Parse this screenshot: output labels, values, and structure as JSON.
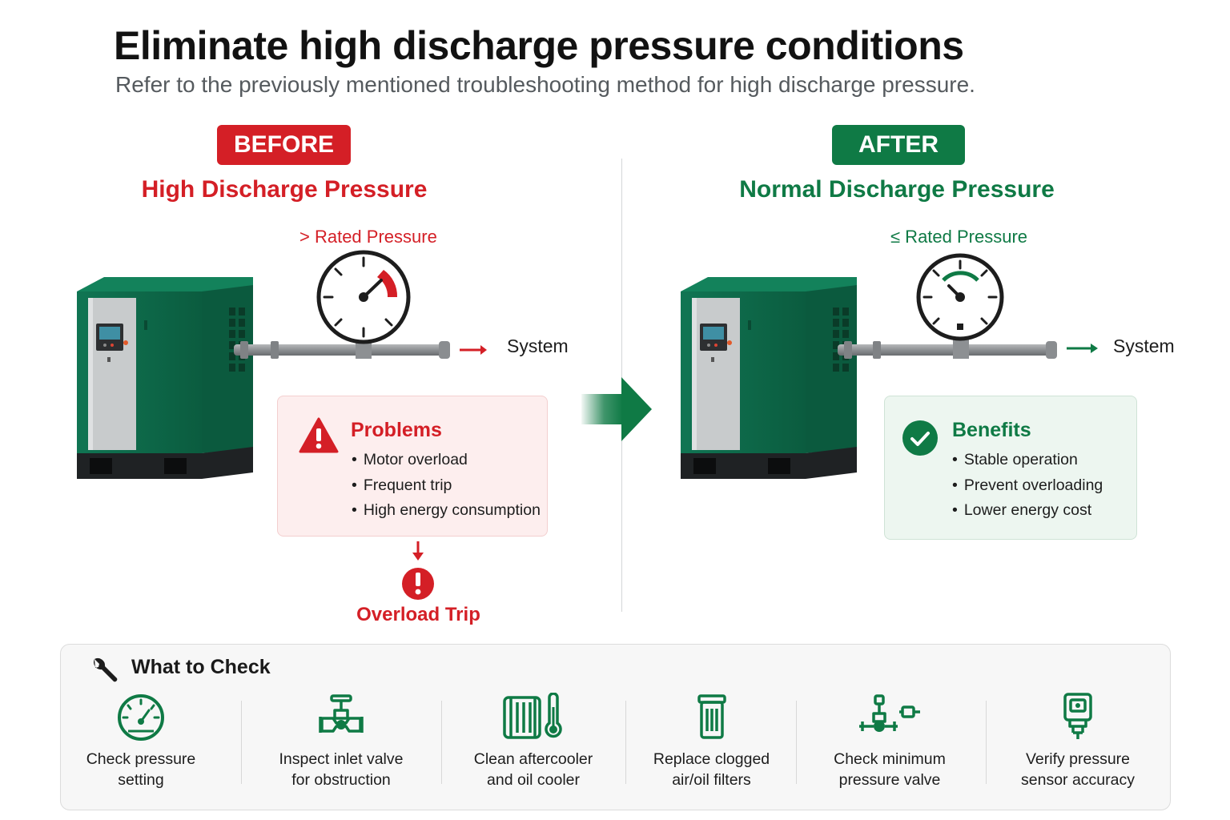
{
  "header": {
    "title": "Eliminate high discharge pressure conditions",
    "subtitle": "Refer to the previously mentioned troubleshooting method for high discharge pressure."
  },
  "before": {
    "badge": "BEFORE",
    "title": "High Discharge Pressure",
    "rated_label": "> Rated Pressure",
    "system_label": "System",
    "problems": {
      "title": "Problems",
      "items": [
        "Motor overload",
        "Frequent trip",
        "High energy consumption"
      ]
    },
    "result": "Overload Trip"
  },
  "after": {
    "badge": "AFTER",
    "title": "Normal Discharge Pressure",
    "rated_label": "≤ Rated Pressure",
    "system_label": "System",
    "benefits": {
      "title": "Benefits",
      "items": [
        "Stable operation",
        "Prevent overloading",
        "Lower energy cost"
      ]
    }
  },
  "checks": {
    "title": "What to Check",
    "items": [
      {
        "line1": "Check pressure",
        "line2": "setting",
        "icon": "gauge-icon"
      },
      {
        "line1": "Inspect inlet valve",
        "line2": "for obstruction",
        "icon": "valve-icon"
      },
      {
        "line1": "Clean aftercooler",
        "line2": "and oil cooler",
        "icon": "cooler-thermometer-icon"
      },
      {
        "line1": "Replace clogged",
        "line2": "air/oil filters",
        "icon": "filter-icon"
      },
      {
        "line1": "Check minimum",
        "line2": "pressure valve",
        "icon": "pressure-valve-icon"
      },
      {
        "line1": "Verify pressure",
        "line2": "sensor accuracy",
        "icon": "pressure-sensor-icon"
      }
    ]
  },
  "colors": {
    "red": "#d41f26",
    "green": "#0f7a45",
    "compressor_body": "#0e6e4c",
    "compressor_panel": "#c9cccc"
  }
}
